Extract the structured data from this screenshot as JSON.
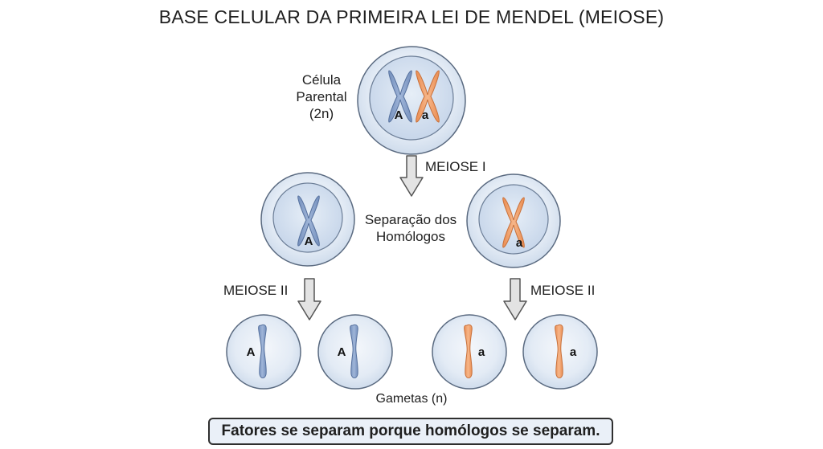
{
  "title": "BASE CELULAR DA PRIMEIRA LEI DE MENDEL (MEIOSE)",
  "parent_cell": {
    "label_lines": [
      "Célula",
      "Parental",
      "(2n)"
    ],
    "alleles": [
      "A",
      "a"
    ]
  },
  "meiosis_1_label": "MEIOSE I",
  "homolog_separation": {
    "label_lines": [
      "Separação dos",
      "Homólogos"
    ],
    "left_allele": "A",
    "right_allele": "a"
  },
  "meiosis_2_left_label": "MEIOSE II",
  "meiosis_2_right_label": "MEIOSE II",
  "gametes": {
    "alleles": [
      "A",
      "A",
      "a",
      "a"
    ],
    "label": "Gametas (n)"
  },
  "footer": "Fatores se separam porque homólogos se separam.",
  "colors": {
    "blue_chromosome": "#8aa4cc",
    "orange_chromosome": "#f2a36b",
    "cell_fill": "#dde7f3",
    "cell_inner": "#cbd9eb",
    "arrow_fill": "#e6e6e6"
  }
}
